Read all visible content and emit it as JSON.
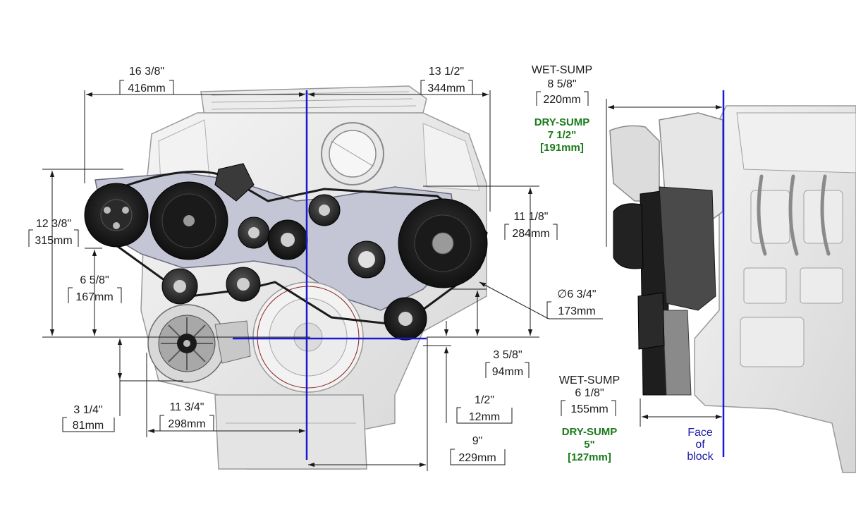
{
  "colors": {
    "dry_sump": "#1a7a1a",
    "face_of_block": "#1a1aa8",
    "centerline": "#1a1ad0",
    "dimension": "#1a1a1a"
  },
  "front_view": {
    "width_left": {
      "inch": "16 3/8\"",
      "mm": "416mm"
    },
    "width_right": {
      "inch": "13 1/2\"",
      "mm": "344mm"
    },
    "height_total": {
      "inch": "12 3/8\"",
      "mm": "315mm"
    },
    "height_lower": {
      "inch": "6 5/8\"",
      "mm": "167mm"
    },
    "balancer_height": {
      "inch": "11 1/8\"",
      "mm": "284mm"
    },
    "balancer_diameter": {
      "inch": "∅6 3/4\"",
      "mm": "173mm"
    },
    "idler_height": {
      "inch": "3 5/8\"",
      "mm": "94mm"
    },
    "small_offset": {
      "inch": "1/2\"",
      "mm": "12mm"
    },
    "alternator_drop": {
      "inch": "3 1/4\"",
      "mm": "81mm"
    },
    "alternator_width": {
      "inch": "11 3/4\"",
      "mm": "298mm"
    },
    "right_bottom": {
      "inch": "9\"",
      "mm": "229mm"
    }
  },
  "side_view": {
    "wet_top": {
      "label": "WET-SUMP",
      "inch": "8 5/8\"",
      "mm": "220mm"
    },
    "dry_top": {
      "label": "DRY-SUMP",
      "inch": "7 1/2\"",
      "mm": "[191mm]"
    },
    "wet_bottom": {
      "label": "WET-SUMP",
      "inch": "6 1/8\"",
      "mm": "155mm"
    },
    "dry_bottom": {
      "label": "DRY-SUMP",
      "inch": "5\"",
      "mm": "[127mm]"
    },
    "face_of_block": [
      "Face",
      "of",
      "block"
    ]
  }
}
